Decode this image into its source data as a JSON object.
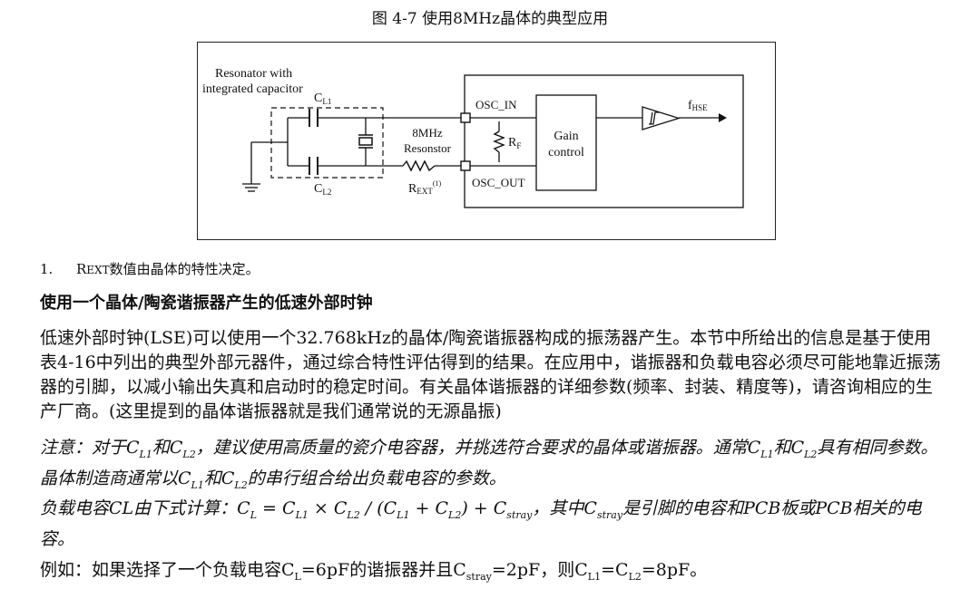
{
  "caption": "图  4-7  使用8MHz晶体的典型应用",
  "diagram": {
    "resonator_line1": "Resonator with",
    "resonator_line2": "integrated capacitor",
    "cl1": "C",
    "cl1_sub": "L1",
    "cl2": "C",
    "cl2_sub": "L2",
    "mhz_line1": "8MHz",
    "mhz_line2": "Resonstor",
    "rext": "R",
    "rext_sub": "EXT",
    "rext_sup": "(1)",
    "rf": "R",
    "rf_sub": "F",
    "osc_in": "OSC_IN",
    "osc_out": "OSC_OUT",
    "gain_line1": "Gain",
    "gain_line2": "control",
    "fhse": "f",
    "fhse_sub": "HSE"
  },
  "note": {
    "number": "1.",
    "r": "R",
    "ext": "EXT",
    "rest": "数值由晶体的特性决定。"
  },
  "heading": "使用一个晶体/陶瓷谐振器产生的低速外部时钟",
  "para1": "低速外部时钟(LSE)可以使用一个32.768kHz的晶体/陶瓷谐振器构成的振荡器产生。本节中所给出的信息是基于使用表4-16中列出的典型外部元器件，通过综合特性评估得到的结果。在应用中，谐振器和负载电容必须尽可能地靠近振荡器的引脚，以减小输出失真和启动时的稳定时间。有关晶体谐振器的详细参数(频率、封装、精度等)，请咨询相应的生产厂商。(这里提到的晶体谐振器就是我们通常说的无源晶振)",
  "para2": {
    "t1": "注意：对于C",
    "s1": "L1",
    "t2": "和C",
    "s2": "L2",
    "t3": "，建议使用高质量的瓷介电容器，并挑选符合要求的晶体或谐振器。通常C",
    "s3": "L1",
    "t4": "和C",
    "s4": "L2",
    "t5": "具有相同参数。晶体制造商通常以C",
    "s5": "L1",
    "t6": "和C",
    "s6": "L2",
    "t7": "的串行组合给出负载电容的参数。"
  },
  "para3": {
    "t1": "负载电容CL由下式计算：C",
    "s1": "L",
    "t2": " = C",
    "s2": "L1",
    "t3": " × C",
    "s3": "L2",
    "t4": " / (C",
    "s4": "L1",
    "t5": " + C",
    "s5": "L2",
    "t6": ") + C",
    "s6": "stray",
    "t7": "，其中C",
    "s7": "stray",
    "t8": "是引脚的电容和PCB板或PCB相关的电容。"
  },
  "para4": {
    "t1": "例如：如果选择了一个负载电容C",
    "s1": "L",
    "t2": "=6pF的谐振器并且C",
    "s2": "stray",
    "t3": "=2pF，则C",
    "s3": "L1",
    "t4": "=C",
    "s4": "L2",
    "t5": "=8pF。"
  }
}
